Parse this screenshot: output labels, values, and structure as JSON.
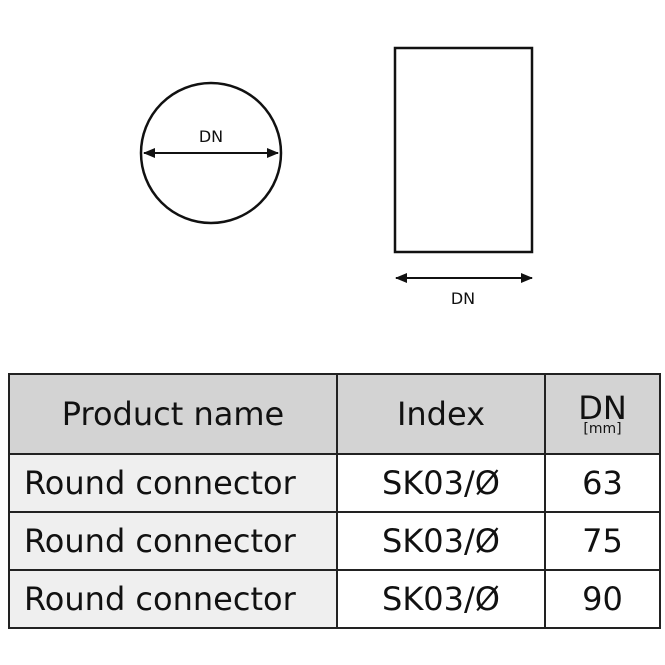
{
  "drawing": {
    "round_label": "DN",
    "rect_label": "DN"
  },
  "table": {
    "headers": {
      "product": "Product name",
      "index": "Index",
      "dn": "DN",
      "dn_unit": "[mm]"
    },
    "rows": [
      {
        "product": "Round connector",
        "index": "SK03/Ø",
        "dn": "63"
      },
      {
        "product": "Round connector",
        "index": "SK03/Ø",
        "dn": "75"
      },
      {
        "product": "Round connector",
        "index": "SK03/Ø",
        "dn": "90"
      }
    ]
  },
  "colors": {
    "header_bg": "#d3d3d3",
    "name_cell_bg": "#efefef",
    "line": "#111111"
  }
}
